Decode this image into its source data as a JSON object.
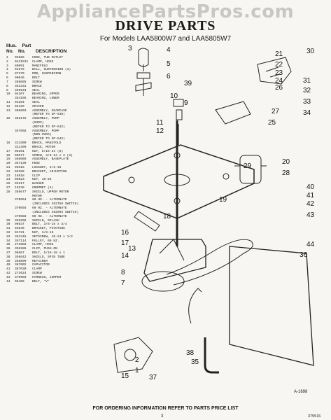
{
  "watermark": "AppliancePartsPros.com",
  "title": "DRIVE PARTS",
  "subtitle": "For Models LAA5800W7 and LAA5805W7",
  "headers": {
    "illus": "Illus.",
    "part": "Part",
    "no": "No.",
    "no2": "No.",
    "description": "DESCRIPTION"
  },
  "parts": [
    [
      "1",
      "96866",
      "HOSE, TUB OUTLET"
    ],
    [
      "2",
      "9421531",
      "CLAMP, HOSE"
    ],
    [
      "3",
      "89091",
      "MANIFOLD"
    ],
    [
      "4",
      "91675",
      "BALL, SUSPENSION (3)"
    ],
    [
      "5",
      "87270",
      "ROD, SUSPENSION"
    ],
    [
      "6",
      "90046",
      "BOLT"
    ],
    [
      "7",
      "358685",
      "SCREW"
    ],
    [
      "8",
      "353331",
      "BRACE"
    ],
    [
      "9",
      "356934",
      "SEAL"
    ],
    [
      "10",
      "94207",
      "BEARING, UPPER"
    ],
    [
      "",
      "354195",
      "BEARING, LOWER"
    ],
    [
      "11",
      "94204",
      "SEAL"
    ],
    [
      "12",
      "92429",
      "SPACER"
    ],
    [
      "13",
      "386603",
      "ASSEMBLY, GEARCASE"
    ],
    [
      "",
      "",
      "(REFER TO SP-549)"
    ],
    [
      "15",
      "362175",
      "ASSEMBLY, PUMP"
    ],
    [
      "",
      "",
      "(SUDS)"
    ],
    [
      "",
      "",
      "(REFER TO SP-542)"
    ],
    [
      "",
      "357058",
      "ASSEMBLY, PUMP"
    ],
    [
      "",
      "",
      "(NON-SUDS)"
    ],
    [
      "",
      "",
      "(REFER TO SP-542)"
    ],
    [
      "16",
      "311500",
      "BRACE, MANIFOLD"
    ],
    [
      "",
      "311499",
      "BRACE, MOTOR"
    ],
    [
      "17",
      "95101",
      "NUT, 5/16-24 (6)"
    ],
    [
      "18",
      "90577",
      "SCREW, 3/8-24 x 2 (3)"
    ],
    [
      "19",
      "366666",
      "ASSEMBLY, BASEPLATE"
    ],
    [
      "20",
      "357130",
      "HOSE"
    ],
    [
      "21",
      "96516",
      "LOCKNUT, 3/8-16"
    ],
    [
      "22",
      "65286",
      "BRACKET, ADJUSTING"
    ],
    [
      "23",
      "16518",
      "CLIP"
    ],
    [
      "24",
      "98023",
      "NUT, 10-25"
    ],
    [
      "25",
      "92217",
      "WASHER"
    ],
    [
      "27",
      "19238",
      "GROMMET (4)"
    ],
    [
      "28",
      "356677",
      "SHIELD, UPPER MOTOR"
    ],
    [
      "",
      "",
      "MOTOR"
    ],
    [
      "",
      "370654",
      "60 HZ. - ALTERNATE"
    ],
    [
      "",
      "",
      "(INCLUDES 362758 SWITCH)"
    ],
    [
      "",
      "370655",
      "60 HZ. - ALTERNATE"
    ],
    [
      "",
      "",
      "(INCLUDES 362993 SWITCH)"
    ],
    [
      "",
      "370688",
      "50 HZ. - ALTERNATE"
    ],
    [
      "29",
      "356296",
      "SHIELD, SPLASH"
    ],
    [
      "30",
      "98637",
      "BOLT, 3/8-16 x 3/4"
    ],
    [
      "31",
      "93849",
      "BRACKET, PIVOTING"
    ],
    [
      "32",
      "91721",
      "NUT, 3/8-16"
    ],
    [
      "33",
      "353345",
      "SETSCREW, 10-24 x 1/2"
    ],
    [
      "34",
      "357114",
      "PULLEY, 60 HZ."
    ],
    [
      "35",
      "273858",
      "CLAMP, HOSE"
    ],
    [
      "36",
      "356286",
      "CLIP, PUSH-ON"
    ],
    [
      "37",
      "96667",
      "BOLT, 5/16-18 x 1"
    ],
    [
      "38",
      "356642",
      "SHIELD, SPIN TUBE"
    ],
    [
      "39",
      "358899",
      "RETAINER"
    ],
    [
      "40",
      "387002",
      "CAPACITOR"
    ],
    [
      "41",
      "387030",
      "CLAMP"
    ],
    [
      "42",
      "273624",
      "SCREW"
    ],
    [
      "43",
      "370950",
      "HARNESS, JUMPER"
    ],
    [
      "44",
      "95406",
      "BELT, \"V\""
    ]
  ],
  "callouts": [
    "1",
    "2",
    "3",
    "4",
    "5",
    "6",
    "7",
    "8",
    "9",
    "10",
    "11",
    "12",
    "13",
    "14",
    "15",
    "16",
    "17",
    "18",
    "19",
    "20",
    "21",
    "22",
    "23",
    "24",
    "25",
    "26",
    "27",
    "28",
    "29",
    "30",
    "31",
    "32",
    "33",
    "34",
    "35",
    "36",
    "37",
    "38",
    "39",
    "40",
    "41",
    "42",
    "43",
    "44"
  ],
  "diagram_code": "A-1698",
  "footer": "FOR ORDERING INFORMATION REFER TO PARTS PRICE LIST",
  "page_number": "3",
  "doc_number": "375516"
}
